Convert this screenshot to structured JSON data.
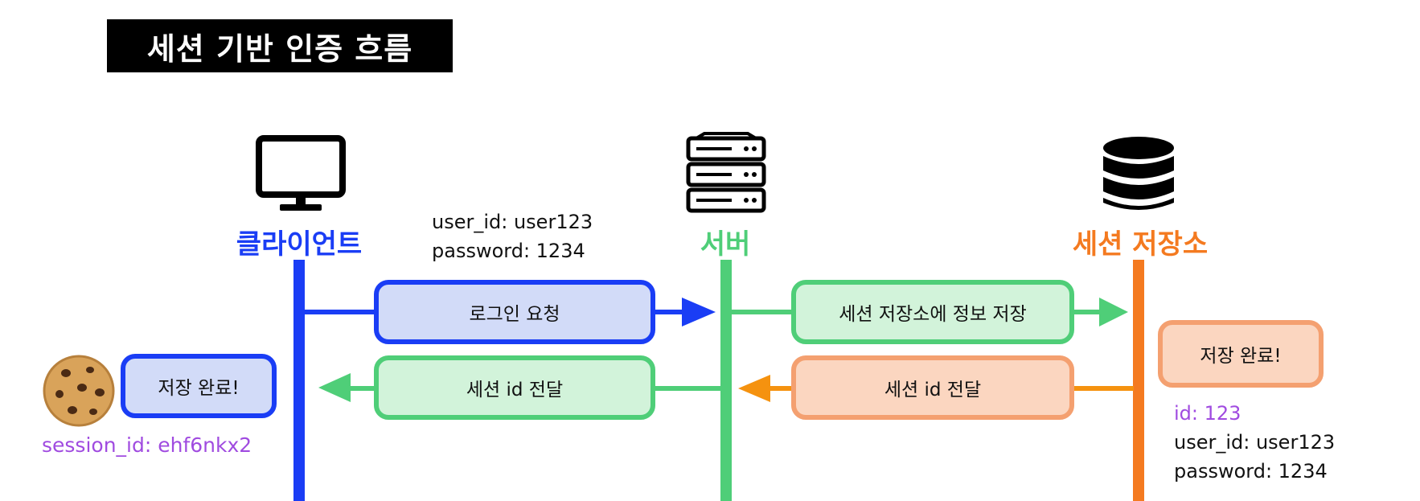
{
  "title": "세션 기반 인증 흐름",
  "lanes": {
    "client": {
      "label": "클라이언트",
      "color": "#1a3df5"
    },
    "server": {
      "label": "서버",
      "color": "#4fce78"
    },
    "store": {
      "label": "세션 저장소",
      "color": "#f47a20"
    }
  },
  "login_credentials": {
    "user_id": "user_id: user123",
    "password": "password: 1234"
  },
  "messages": {
    "login_request": "로그인 요청",
    "save_to_store": "세션 저장소에 정보 저장",
    "store_saved": "저장 완료!",
    "server_session_id": "세션 id 전달",
    "client_session_id": "세션 id 전달",
    "client_saved": "저장 완료!"
  },
  "client_cookie": {
    "session_id": "session_id: ehf6nkx2"
  },
  "store_record": {
    "id": "id: 123",
    "user_id": "user_id: user123",
    "password": "password: 1234"
  },
  "icons": {
    "client": "monitor-icon",
    "server": "server-rack-icon",
    "store": "database-icon",
    "cookie": "cookie-icon"
  }
}
